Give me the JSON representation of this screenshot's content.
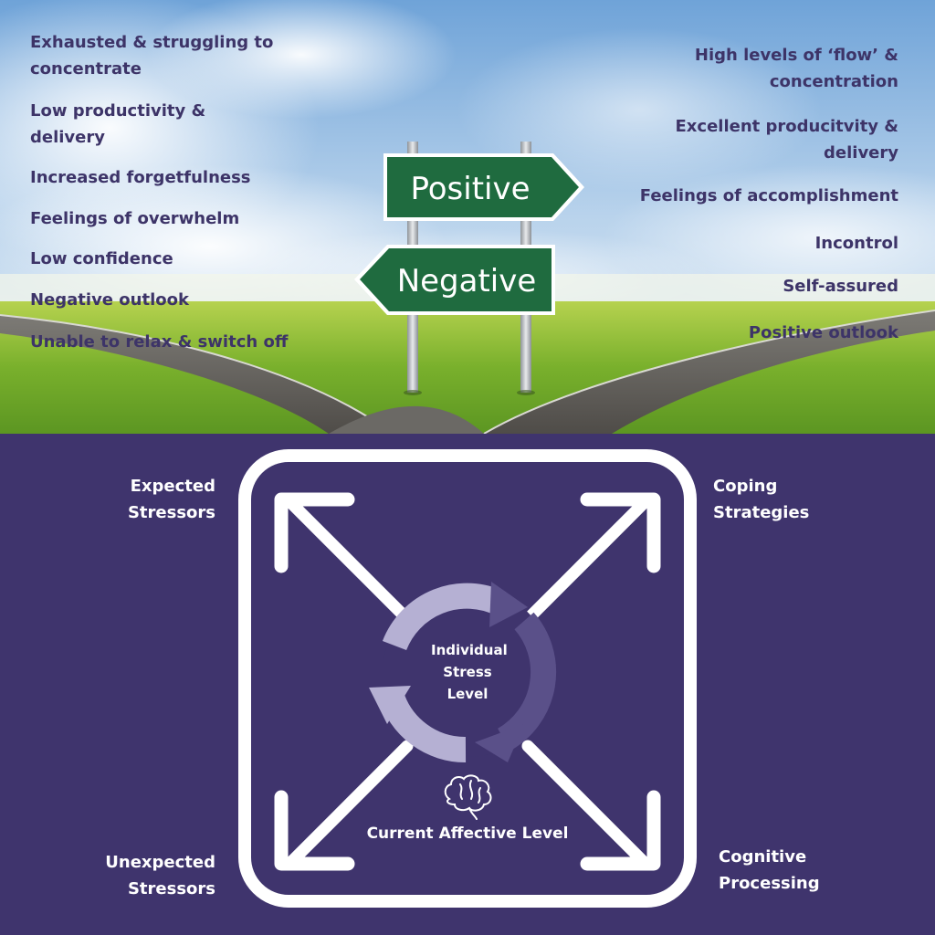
{
  "sign": {
    "positive_label": "Positive",
    "negative_label": "Negative"
  },
  "negative_effects": [
    "Exhausted & struggling to concentrate",
    "Low productivity & delivery",
    "Increased forgetfulness",
    "Feelings of overwhelm",
    "Low confidence",
    "Negative outlook",
    "Unable to relax & switch off"
  ],
  "positive_effects": [
    "High levels of ‘flow’ & concentration",
    "Excellent producitvity & delivery",
    "Feelings of accomplishment",
    "Incontrol",
    "Self-assured",
    "Positive outlook"
  ],
  "model": {
    "top_left": "Expected Stressors",
    "top_right": "Coping Strategies",
    "bottom_left": "Unexpected Stressors",
    "bottom_right": "Cognitive Processing",
    "center": "Individual Stress Level",
    "bottom_label": "Current Affective Level"
  },
  "colors": {
    "panel": "#3f346d",
    "text_dark": "#3d3468",
    "sign_green": "#1f6b3f",
    "cycle_light": "#b5b0d3",
    "cycle_dark": "#5a5089"
  },
  "icons": {
    "center_cycle": "circular-arrows-icon",
    "brain": "brain-icon"
  }
}
